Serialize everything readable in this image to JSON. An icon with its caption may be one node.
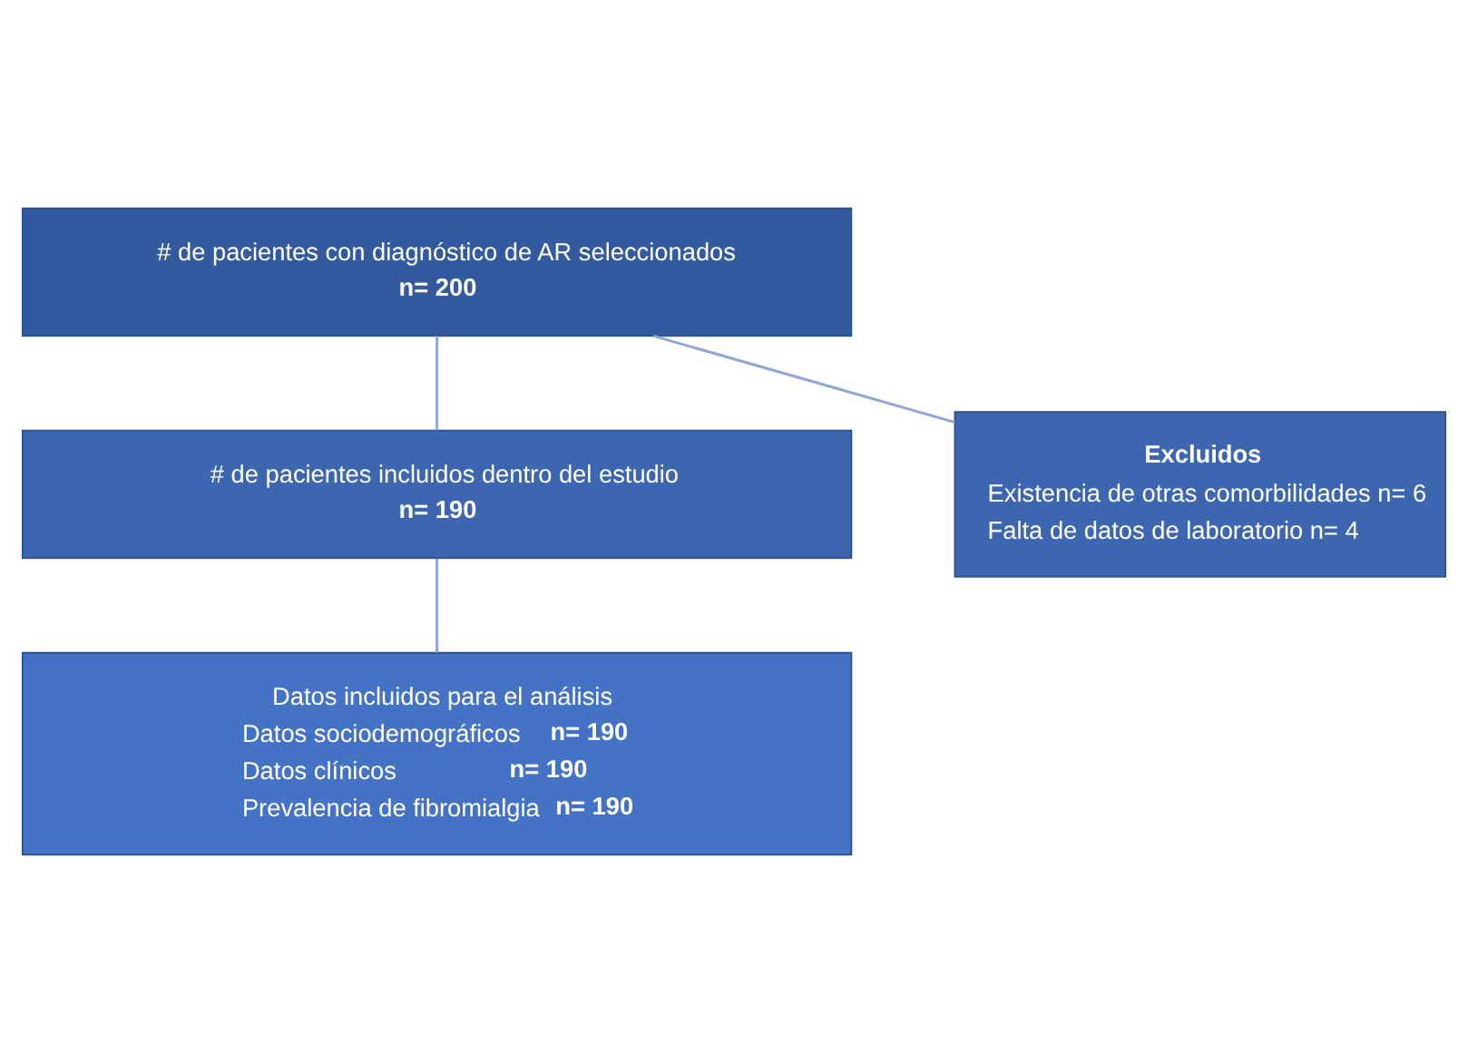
{
  "diagram": {
    "nodes": [
      {
        "text": [
          "# de pacientes con diagnóstico de AR seleccionados",
          "n= 200"
        ]
      },
      {
        "text": [
          "Excluidos",
          "Existencia de otras comorbilidades n= 6",
          "Falta de datos de laboratorio n= 4"
        ]
      },
      {
        "text": [
          "# de pacientes incluidos dentro del estudio",
          "n= 190"
        ]
      },
      {
        "text": [
          "Datos incluidos para el análisis",
          "Datos sociodemográficos **n= 190**",
          "Datos clínicos **n= 190**",
          "Prevalencia de fibromialgia **n= 190**"
        ]
      }
    ],
    "edges": [
      {
        "from": 0,
        "to": 1,
        "arrow": "none"
      },
      {
        "from": 0,
        "to": 2,
        "arrow": "none"
      },
      {
        "from": 2,
        "to": 3,
        "arrow": "none"
      }
    ]
  }
}
